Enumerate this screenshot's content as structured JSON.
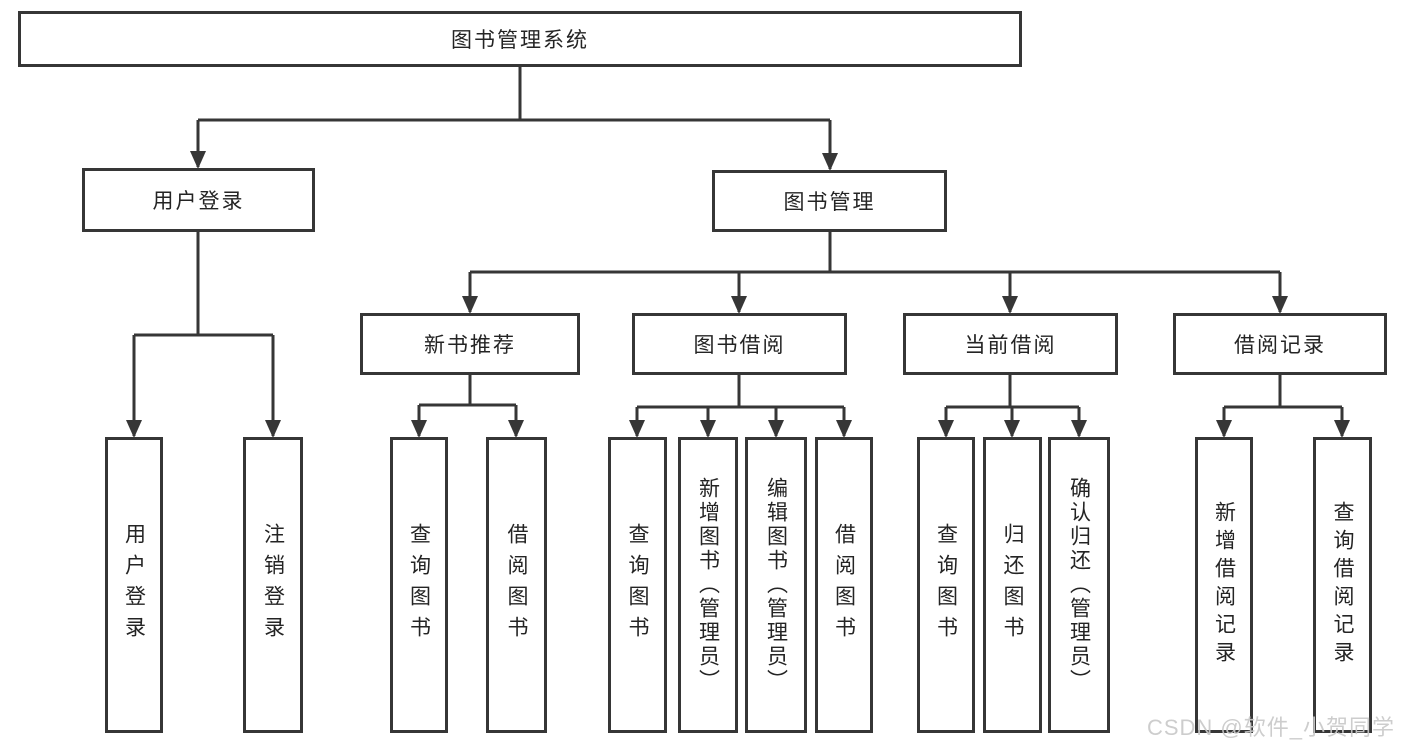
{
  "tree": {
    "root": "图书管理系统",
    "branches": [
      {
        "label": "用户登录",
        "children": [
          "用户登录",
          "注销登录"
        ]
      },
      {
        "label": "图书管理",
        "sections": [
          {
            "label": "新书推荐",
            "children": [
              "查询图书",
              "借阅图书"
            ]
          },
          {
            "label": "图书借阅",
            "children": [
              "查询图书",
              "新增图书（管理员）",
              "编辑图书（管理员）",
              "借阅图书"
            ]
          },
          {
            "label": "当前借阅",
            "children": [
              "查询图书",
              "归还图书",
              "确认归还（管理员）"
            ]
          },
          {
            "label": "借阅记录",
            "children": [
              "新增借阅记录",
              "查询借阅记录"
            ]
          }
        ]
      }
    ]
  },
  "watermark": {
    "text": "CSDN @软件_小贺同学"
  },
  "colors": {
    "line": "#363636",
    "box_border": "#363636",
    "box_fill": "#ffffff",
    "text": "#242424",
    "watermark": "#c9c9c9",
    "background": "#ffffff"
  }
}
